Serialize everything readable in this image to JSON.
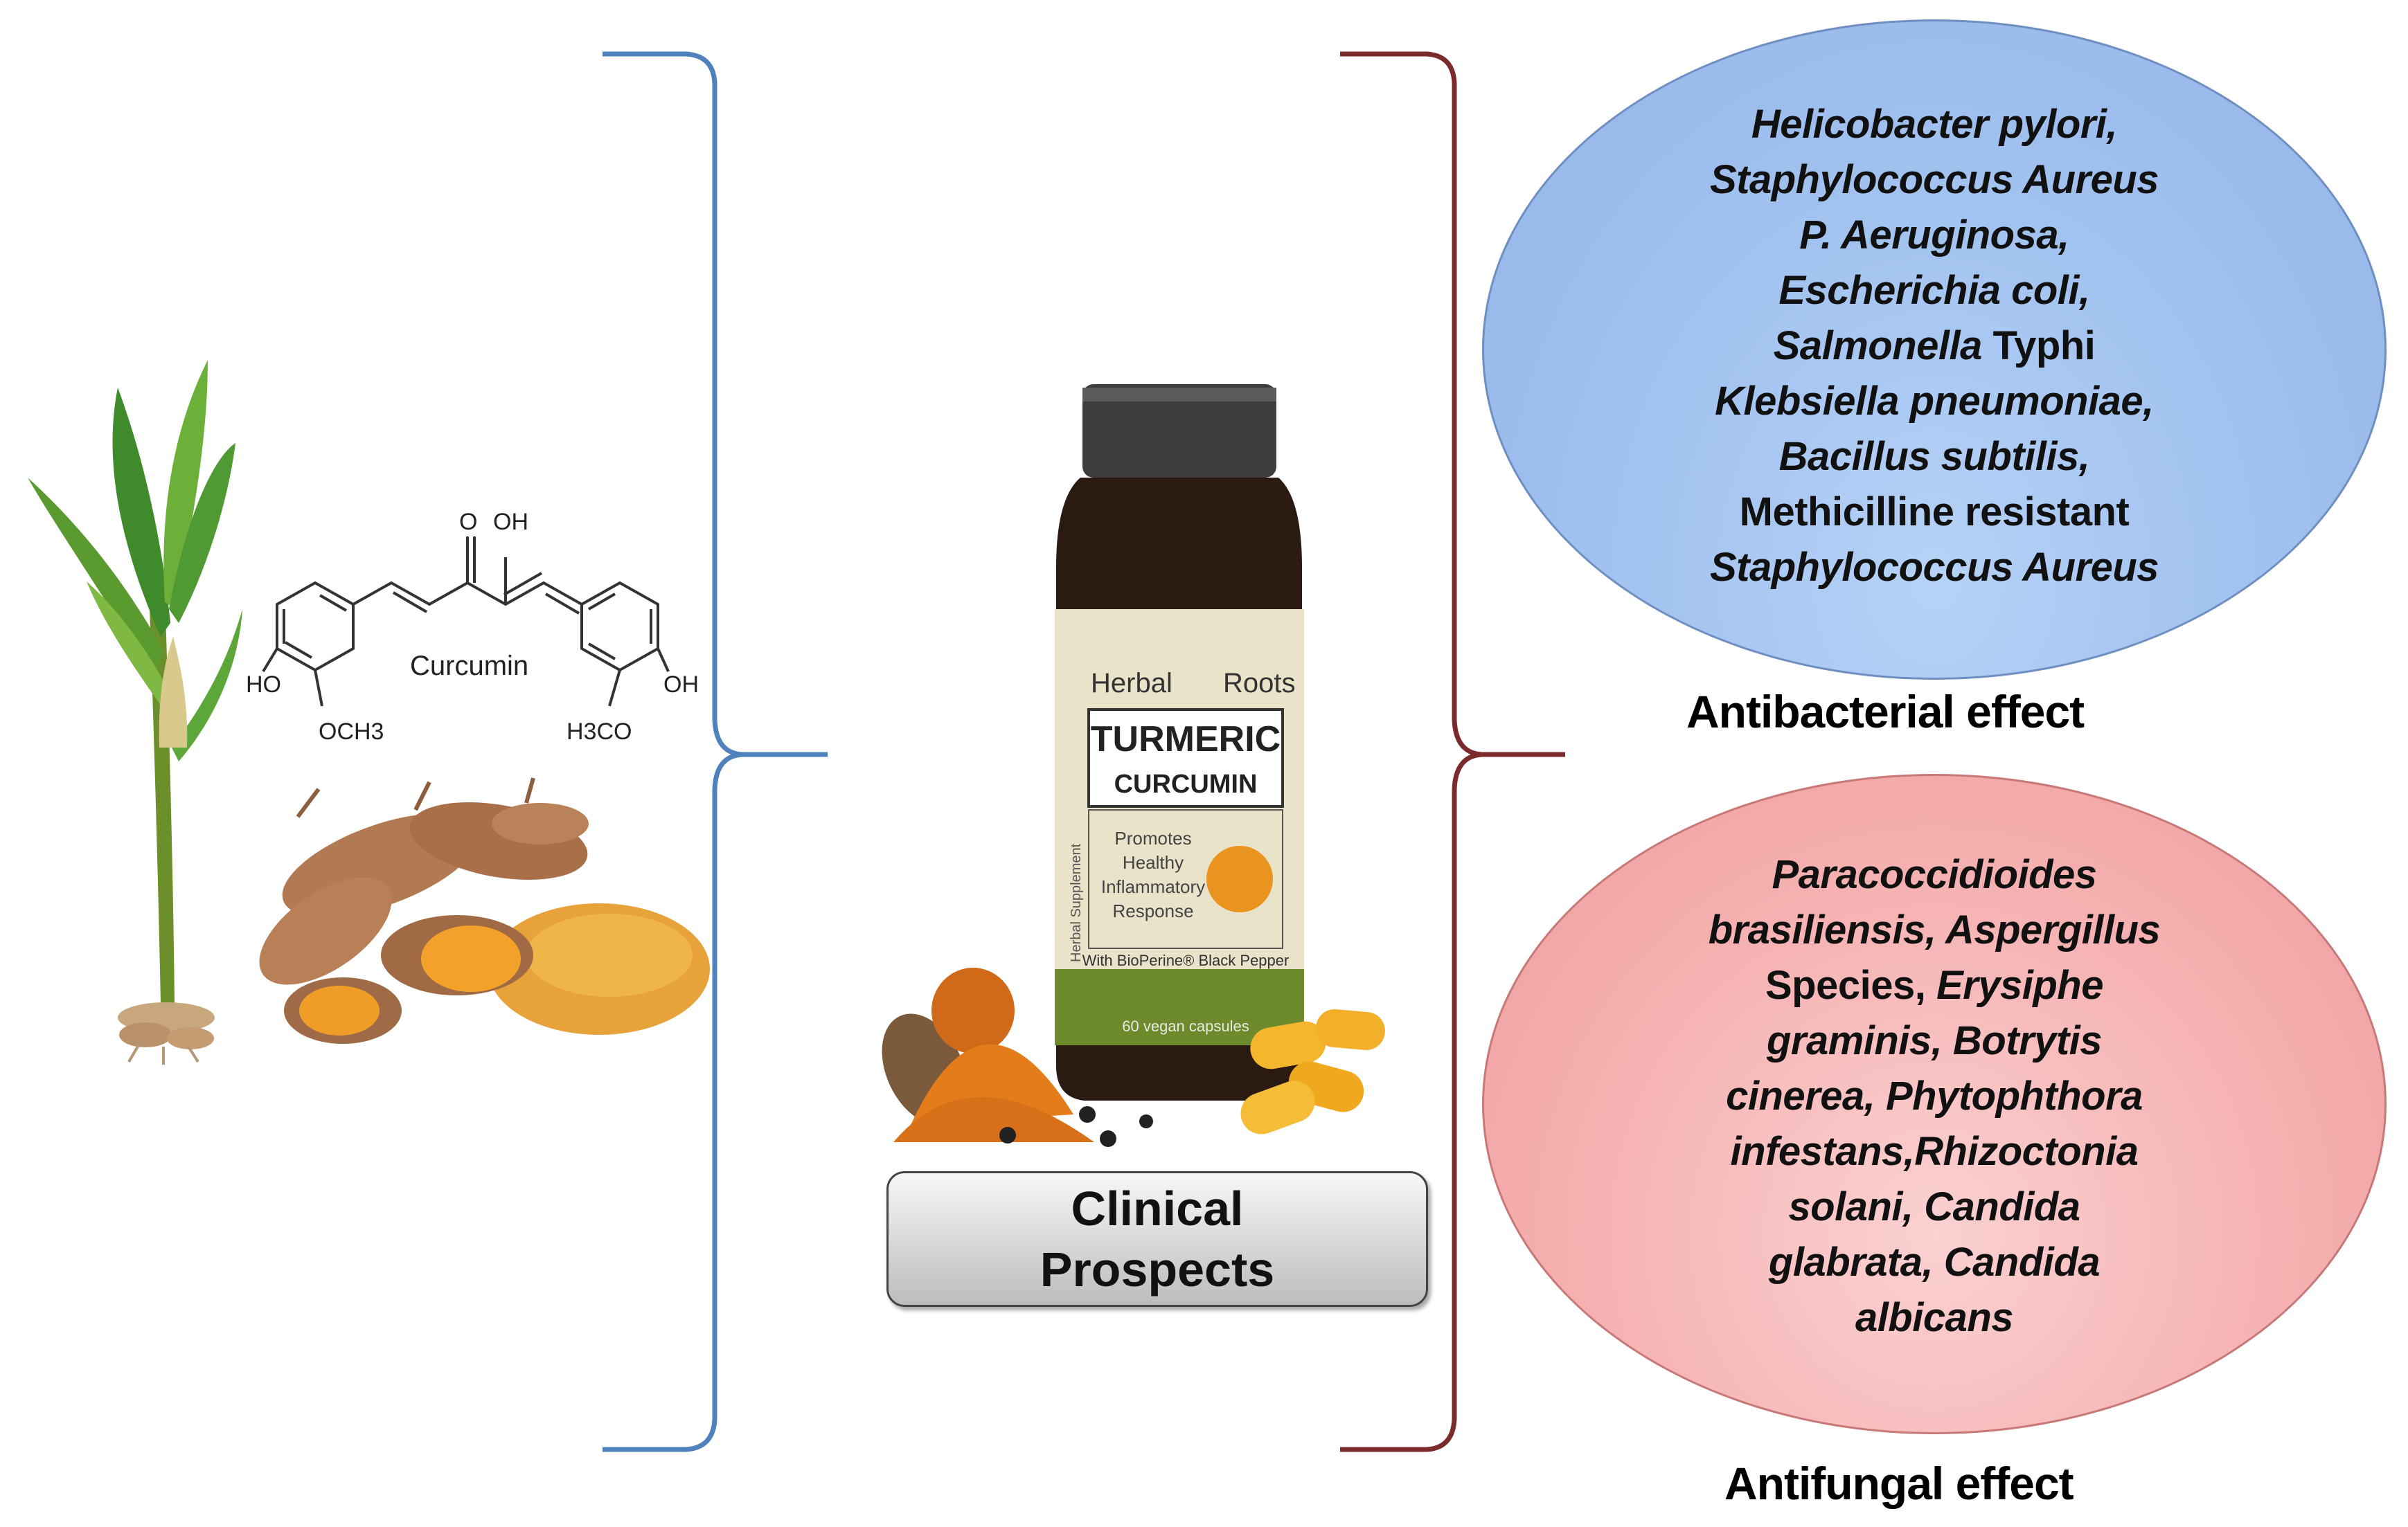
{
  "clinical_label": {
    "line1": "Clinical",
    "line2": "Prospects"
  },
  "structure": {
    "name": "Curcumin",
    "atoms": [
      "O",
      "OH",
      "HO",
      "OH",
      "OCH3",
      "H3CO"
    ]
  },
  "bottle": {
    "brand_left": "Herbal",
    "brand_right": "Roots",
    "title": "TURMERIC",
    "subtitle": "CURCUMIN",
    "claim": [
      "Promotes",
      "Healthy",
      "Inflammatory",
      "Response"
    ],
    "side": "Herbal Supplement",
    "footer": "With BioPerine® Black Pepper",
    "count": "60 vegan capsules"
  },
  "antibacterial": {
    "label": "Antibacterial effect",
    "lines": [
      {
        "text": "Helicobacter pylori,",
        "italic": true
      },
      {
        "text": "Staphylococcus Aureus",
        "italic": true
      },
      {
        "text": "P. Aeruginosa,",
        "italic": true
      },
      {
        "text": "Escherichia coli,",
        "italic": true
      },
      {
        "italic_part": "Salmonella",
        "plain_part": " Typhi"
      },
      {
        "text": "Klebsiella pneumoniae,",
        "italic": true
      },
      {
        "text": "Bacillus subtilis,",
        "italic": true
      },
      {
        "text": "Methicilline resistant",
        "italic": false
      },
      {
        "text": "Staphylococcus Aureus",
        "italic": true
      }
    ]
  },
  "antifungal": {
    "label": "Antifungal effect",
    "lines": [
      {
        "text": "Paracoccidioides",
        "italic": true
      },
      {
        "text": "brasiliensis,  Aspergillus",
        "italic": true
      },
      {
        "plain_part": "Species,  ",
        "italic_part": "Erysiphe"
      },
      {
        "text": "graminis, Botrytis",
        "italic": true
      },
      {
        "text": "cinerea, Phytophthora",
        "italic": true
      },
      {
        "text": "infestans,Rhizoctonia",
        "italic": true
      },
      {
        "text": "solani, Candida",
        "italic": true
      },
      {
        "text": "glabrata, Candida",
        "italic": true
      },
      {
        "text": "albicans",
        "italic": true
      }
    ]
  },
  "colors": {
    "left_brace": "#4f81bd",
    "right_brace": "#7b2b2b",
    "ellipse_blue": "#a3c3f0",
    "ellipse_red": "#f5b1b1"
  }
}
